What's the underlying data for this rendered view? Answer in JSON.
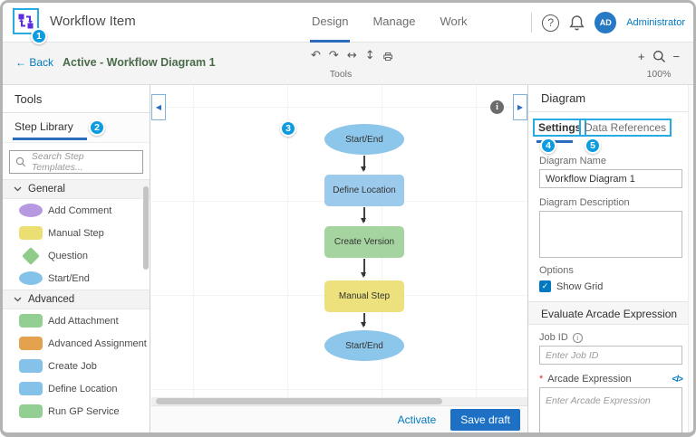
{
  "colors": {
    "accent_blue": "#0079c1",
    "tab_underline": "#2c6cbe",
    "callout": "#0e9ce0",
    "highlight_box": "#29abe2",
    "save_button": "#1d70c4",
    "breadcrumb_green": "#4a6b49"
  },
  "header": {
    "app_title": "Workflow Item",
    "tabs": [
      {
        "label": "Design",
        "active": true
      },
      {
        "label": "Manage",
        "active": false
      },
      {
        "label": "Work",
        "active": false
      }
    ],
    "user": {
      "initials": "AD",
      "name": "Administrator"
    },
    "help_glyph": "?"
  },
  "toolbar": {
    "back_arrow": "←",
    "back_label": "Back",
    "breadcrumb": "Active - Workflow Diagram 1",
    "icons": {
      "undo": "↶",
      "redo": "↷",
      "fit_horizontal": "↔",
      "fit_vertical": "↕"
    },
    "tools_label": "Tools",
    "zoom_in": "+",
    "zoom_out": "−",
    "zoom_level": "100%"
  },
  "left_panel": {
    "title": "Tools",
    "tab_label": "Step Library",
    "search_placeholder": "Search Step Templates...",
    "sections": [
      {
        "label": "General",
        "items": [
          {
            "label": "Add Comment",
            "shape": "ellipse",
            "color": "#b799e2"
          },
          {
            "label": "Manual Step",
            "shape": "rect",
            "color": "#ebdf74"
          },
          {
            "label": "Question",
            "shape": "diamond",
            "color": "#8fcc8a"
          },
          {
            "label": "Start/End",
            "shape": "ellipse",
            "color": "#85c2e9"
          }
        ]
      },
      {
        "label": "Advanced",
        "items": [
          {
            "label": "Add Attachment",
            "shape": "rect",
            "color": "#93cf92"
          },
          {
            "label": "Advanced Assignment",
            "shape": "rect",
            "color": "#e4a24e"
          },
          {
            "label": "Create Job",
            "shape": "rect",
            "color": "#85c2e9"
          },
          {
            "label": "Define Location",
            "shape": "rect",
            "color": "#85c2e9"
          },
          {
            "label": "Run GP Service",
            "shape": "rect",
            "color": "#93cf92"
          }
        ]
      }
    ]
  },
  "canvas": {
    "info_glyph": "i",
    "nodes": [
      {
        "label": "Start/End",
        "shape": "ellipse",
        "color": "#8cc6ea"
      },
      {
        "label": "Define Location",
        "shape": "rect",
        "color": "#9ccaec"
      },
      {
        "label": "Create Version",
        "shape": "rect",
        "color": "#a5d4a0"
      },
      {
        "label": "Manual Step",
        "shape": "rect",
        "color": "#ece17c"
      },
      {
        "label": "Start/End",
        "shape": "ellipse",
        "color": "#8cc6ea"
      }
    ]
  },
  "right_panel": {
    "title": "Diagram",
    "tabs": {
      "settings": "Settings",
      "data_references": "Data References"
    },
    "diagram_name_label": "Diagram Name",
    "diagram_name_value": "Workflow Diagram 1",
    "diagram_description_label": "Diagram Description",
    "options_label": "Options",
    "show_grid_label": "Show Grid",
    "checkbox_glyph": "✓",
    "section2_title": "Evaluate Arcade Expression",
    "job_id_label": "Job ID",
    "job_id_placeholder": "Enter Job ID",
    "required_marker": "*",
    "arcade_label": "Arcade Expression",
    "code_icon_glyph": "</>",
    "arcade_placeholder": "Enter Arcade Expression",
    "info_glyph": "i"
  },
  "footer": {
    "activate_label": "Activate",
    "save_label": "Save draft"
  },
  "callouts": {
    "c1": "1",
    "c2": "2",
    "c3": "3",
    "c4": "4",
    "c5": "5"
  }
}
